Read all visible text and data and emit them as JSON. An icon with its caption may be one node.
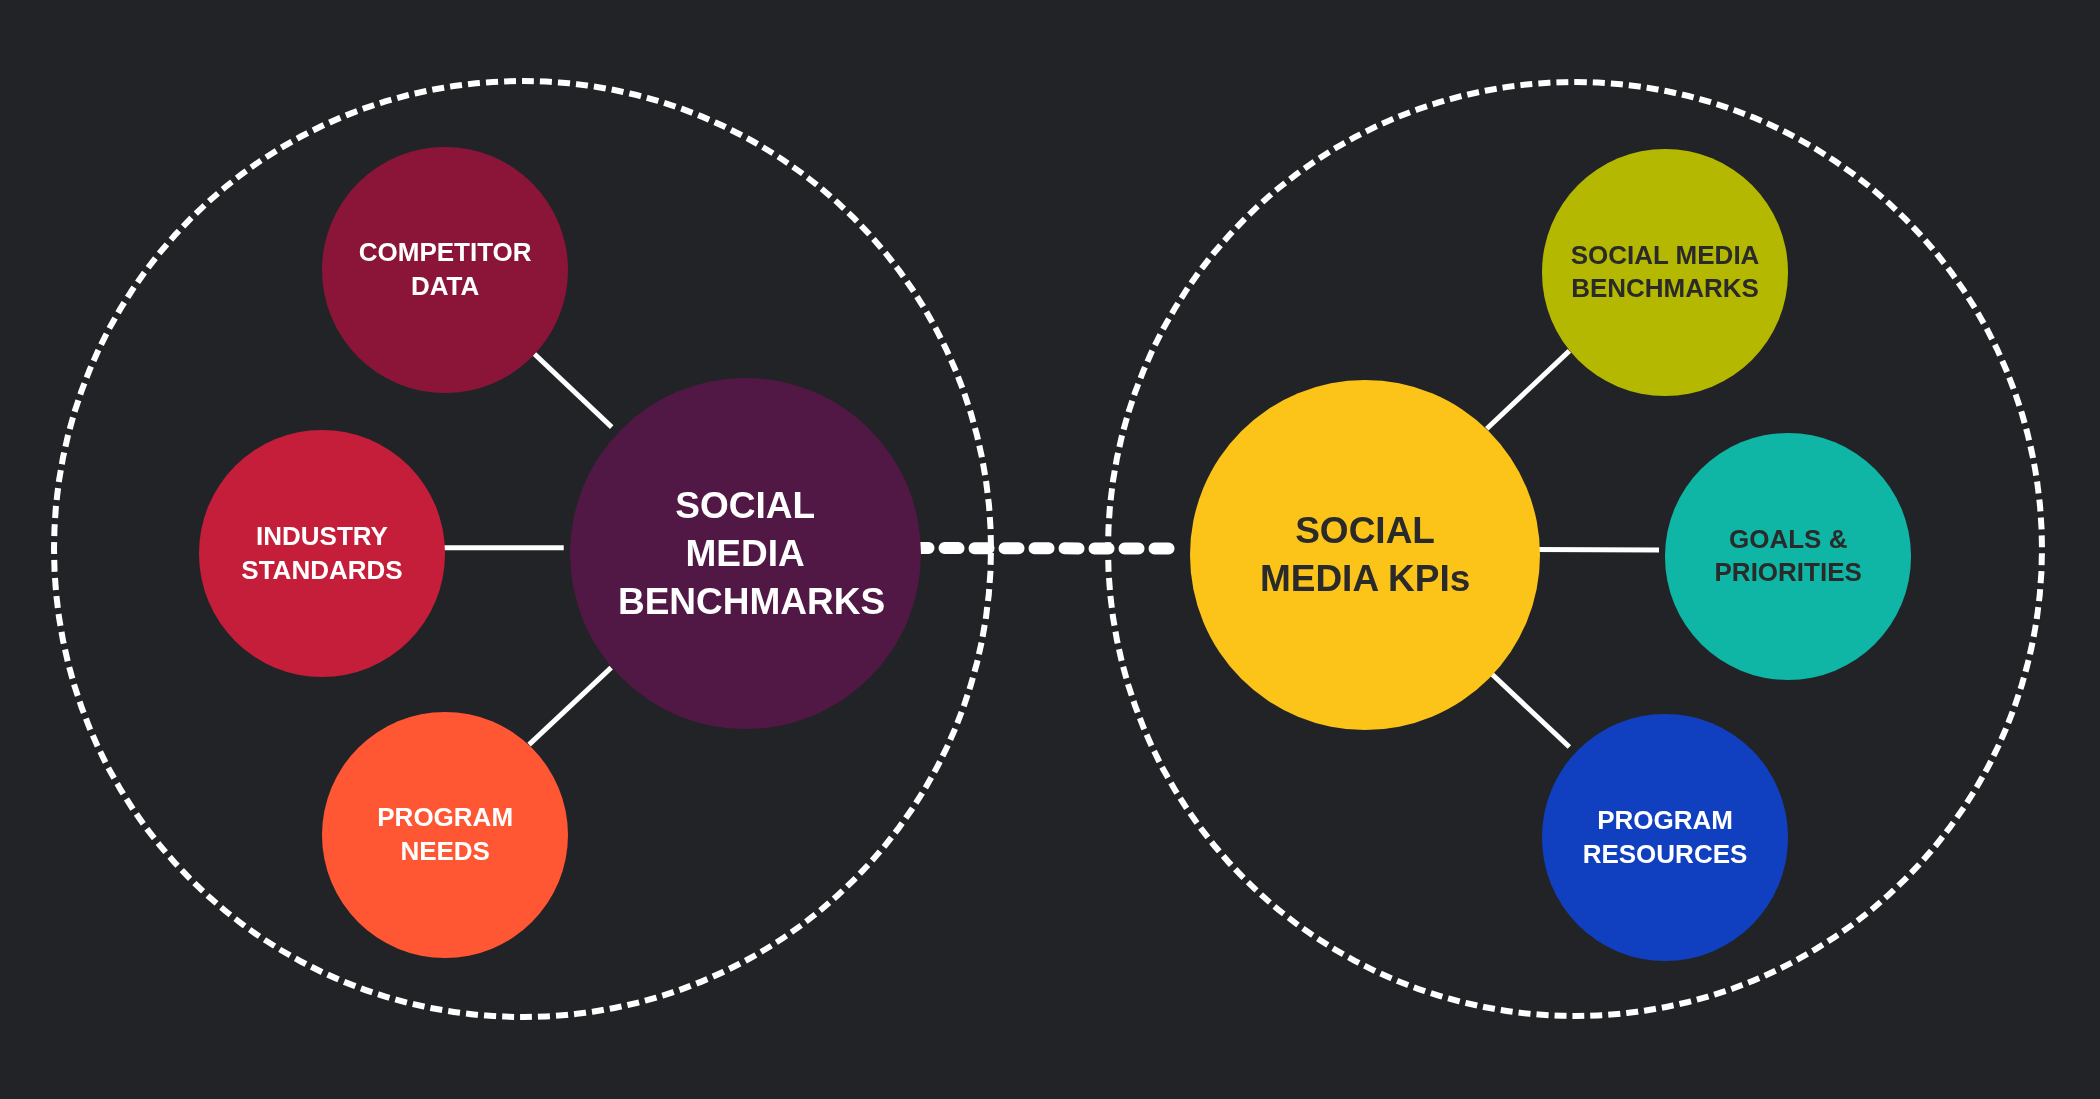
{
  "diagram": {
    "nodes": [
      {
        "text": [],
        "shape": "circle"
      },
      {
        "text": [
          "COMPETITOR DATA"
        ],
        "in": 0
      },
      {
        "text": [
          "INDUSTRY STANDARDS"
        ],
        "in": 0
      },
      {
        "text": [
          "PROGRAM NEEDS"
        ],
        "in": 0
      },
      {
        "text": [
          "SOCIAL MEDIA BENCHMARKS"
        ],
        "in": 0
      },
      {
        "text": [],
        "shape": "circle"
      },
      {
        "text": [
          "SOCIAL MEDIA KPIs"
        ],
        "in": 5
      },
      {
        "text": [
          "SOCIAL MEDIA BENCHMARKS"
        ],
        "in": 5
      },
      {
        "text": [
          "GOALS & PRIORITIES"
        ],
        "in": 5
      },
      {
        "text": [
          "PROGRAM RESOURCES"
        ],
        "in": 5
      }
    ],
    "edges": [
      {
        "from": 1,
        "to": 4,
        "arrow": "none"
      },
      {
        "from": 2,
        "to": 4,
        "arrow": "none"
      },
      {
        "from": 3,
        "to": 4,
        "arrow": "none"
      },
      {
        "from": 4,
        "to": 6,
        "arrow": "none",
        "style": "dashed"
      },
      {
        "from": 6,
        "to": 7,
        "arrow": "none"
      },
      {
        "from": 6,
        "to": 8,
        "arrow": "none"
      },
      {
        "from": 6,
        "to": 9,
        "arrow": "none"
      }
    ]
  }
}
